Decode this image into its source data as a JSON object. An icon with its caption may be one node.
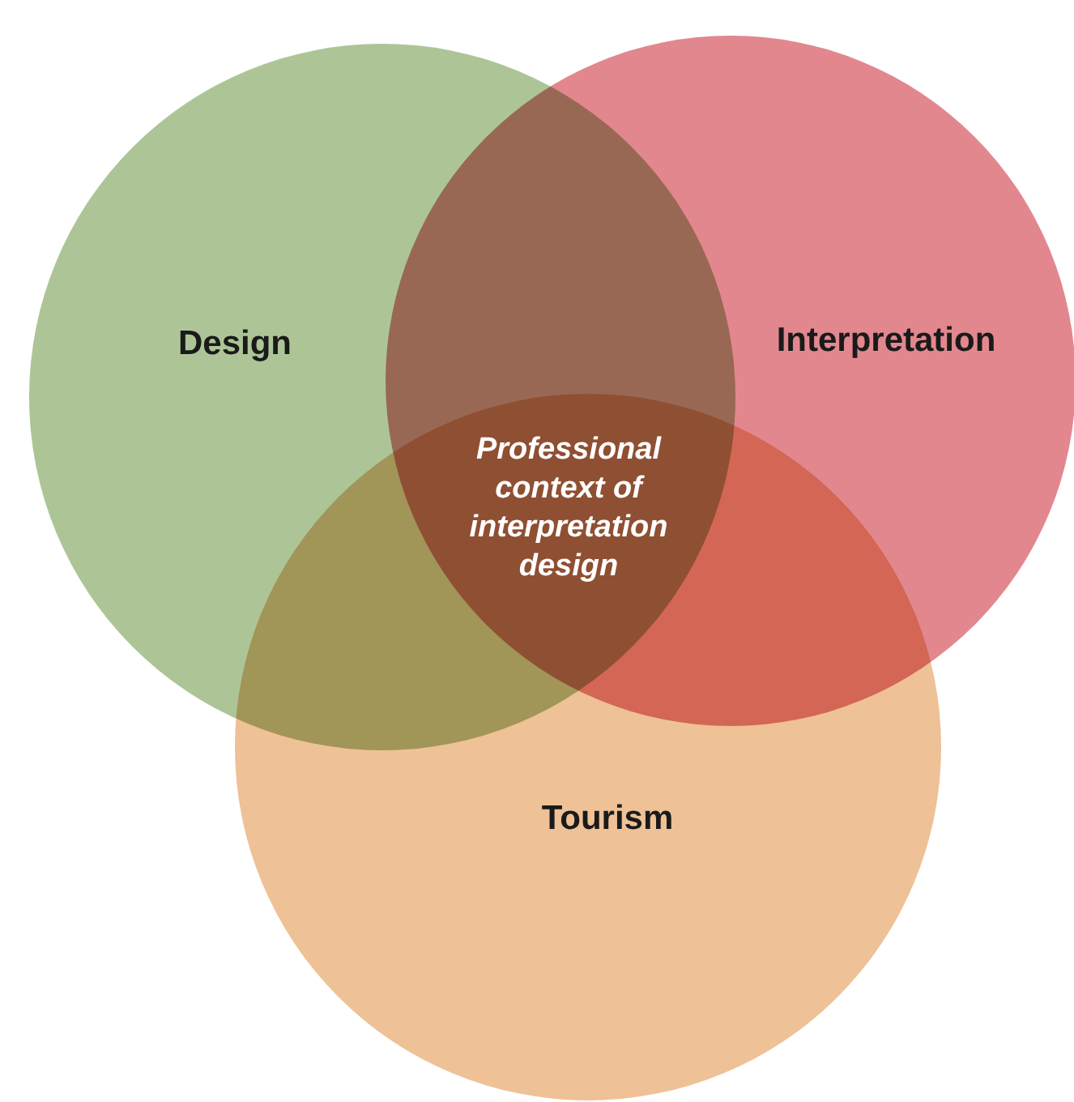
{
  "diagram": {
    "nodes": [
      {
        "text": [
          "Design"
        ]
      },
      {
        "text": [
          "Interpretation"
        ]
      },
      {
        "text": [
          "Tourism"
        ]
      }
    ],
    "labels": [
      "Professional context of interpretation design"
    ]
  }
}
